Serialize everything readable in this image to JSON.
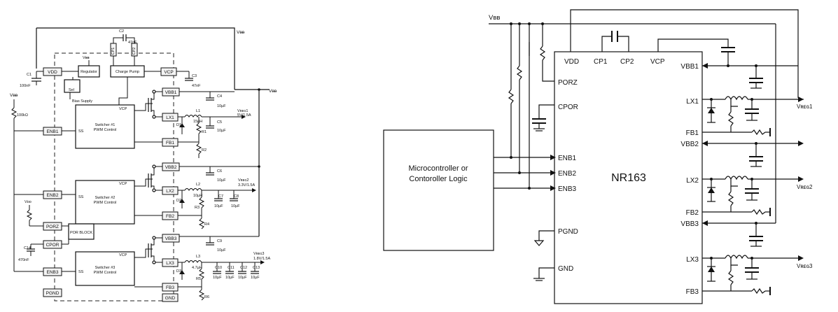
{
  "left": {
    "vdd": "VDD",
    "regulator": "Regulator",
    "vbb_reg": "Vᴃᴃ",
    "sel": "Sel",
    "charge_pump": "Charge Pump",
    "vcp": "VCP",
    "vbb1": "VBB1",
    "vbb2": "VBB2",
    "vbb3": "VBB3",
    "lx1": "LX1",
    "lx2": "LX2",
    "lx3": "LX3",
    "fb1": "FB1",
    "fb2": "FB2",
    "fb3": "FB3",
    "enb1": "ENB1",
    "enb2": "ENB2",
    "enb3": "ENB3",
    "porz": "PORZ",
    "cpor": "CPOR",
    "pgnd": "PGND",
    "gnd": "GND",
    "por_block": "POR BLOCK",
    "ss": "SS",
    "sw1_l1": "Switcher #1",
    "sw1_l2": "PWM Control",
    "sw2_l1": "Switcher #2",
    "sw2_l2": "PWM Control",
    "sw3_l1": "Switcher #3",
    "sw3_l2": "PWM Control",
    "vcp_sw": "VCP",
    "bias_supply": "Bias Supply",
    "vbb_top": "Vᴃᴃ",
    "vbb_left": "Vᴃᴃ",
    "vbb_por": "Vᴅᴅ",
    "c1": "C1",
    "c1_val": "100nF",
    "c2": "C2",
    "c2_val": "47nF",
    "cp1": "CP1",
    "cp2": "CP2",
    "c3": "C3",
    "c3_val": "47nF",
    "c4": "C4",
    "c4_val": "10µF",
    "c5": "C5",
    "c5_val": "10µF",
    "c6": "C6",
    "c6_val": "10µF",
    "c7": "C7",
    "c7_val": "10µF",
    "c8": "C8",
    "c8_val": "10µF",
    "c9": "C9",
    "c9_val": "10µF",
    "c10": "C10",
    "c11": "C11",
    "c12": "C12",
    "c13": "C13",
    "c10_val": "10µF",
    "c11_val": "10µF",
    "c12_val": "10µF",
    "c13_val": "10µF",
    "c14": "C14",
    "c14_val": "470nF",
    "r_100k": "100kΩ",
    "l1": "L1",
    "l1_val": "15µH",
    "l2": "L2",
    "l2_val": "10µH",
    "l3": "L3",
    "l3_val": "4.7µH",
    "d1": "D1",
    "d2": "D2",
    "d3": "D3",
    "r1": "R1",
    "r2": "R2",
    "r3": "R3",
    "r4": "R4",
    "r5": "R5",
    "r6": "R6",
    "vreg1": "Vʀᴇɢ1",
    "vreg1_val": "5V/1.5A",
    "vreg2": "Vʀᴇɢ2",
    "vreg2_val": "3.3V/1.5A",
    "vreg3": "Vʀᴇɢ3",
    "vreg3_val": "1.8V/1.5A"
  },
  "right": {
    "vbb": "Vʙʙ",
    "chip": "NR163",
    "mcu_l1": "Microcontroller or",
    "mcu_l2": "Contoroller Logic",
    "vdd": "VDD",
    "cp1": "CP1",
    "cp2": "CP2",
    "vcp": "VCP",
    "vbb1": "VBB1",
    "vbb2": "VBB2",
    "vbb3": "VBB3",
    "porz": "PORZ",
    "cpor": "CPOR",
    "enb1": "ENB1",
    "enb2": "ENB2",
    "enb3": "ENB3",
    "pgnd": "PGND",
    "gnd": "GND",
    "lx1": "LX1",
    "lx2": "LX2",
    "lx3": "LX3",
    "fb1": "FB1",
    "fb2": "FB2",
    "fb3": "FB3",
    "vreg1": "Vʀᴇɢ1",
    "vreg2": "Vʀᴇɢ2",
    "vreg3": "Vʀᴇɢ3"
  }
}
